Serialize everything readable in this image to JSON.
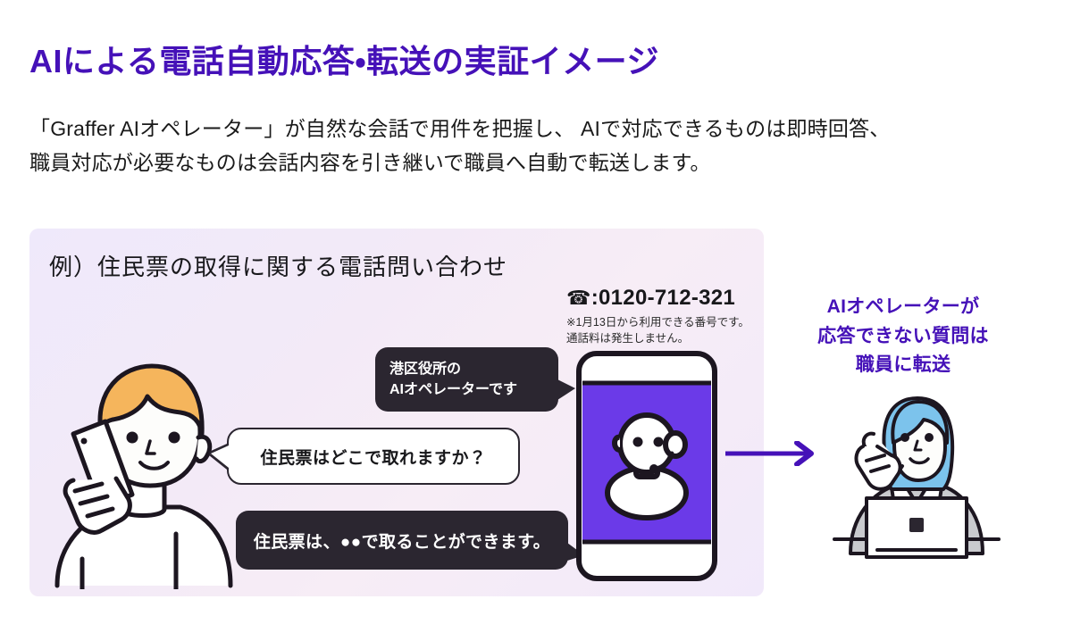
{
  "header": {
    "title": "AIによる電話自動応答・転送の実証イメージ",
    "title_color": "#4511b8",
    "lede_line1": "「Graffer AIオペレーター」が自然な会話で用件を把握し、 AIで対応できるものは即時回答、",
    "lede_line2": "職員対応が必要なものは会話内容を引き継いで職員へ自動で転送します。"
  },
  "panel": {
    "heading": "例）住民票の取得に関する電話問い合わせ",
    "background_start": "#efe9fb",
    "background_end": "#f7edf6"
  },
  "tel": {
    "icon": "telephone-icon",
    "icon_glyph": "☎",
    "number": ":0120-712-321",
    "note_line1": "※1月13日から利用できる番号です。",
    "note_line2": "通話料は発生しません。"
  },
  "bubbles": [
    {
      "id": "ai-intro",
      "style": "dark",
      "line1": "港区役所の",
      "line2": "AIオペレーターです",
      "tail": "right"
    },
    {
      "id": "question",
      "style": "light",
      "text": "住民票はどこで取れますか？",
      "tail": "left"
    },
    {
      "id": "answer",
      "style": "dark",
      "text": "住民票は、●●で取ることができます。",
      "tail": "right"
    }
  ],
  "annotation": {
    "line1": "AIオペレーターが",
    "line2": "応答できない質問は",
    "line3": "職員に転送",
    "color": "#4511b8"
  },
  "arrow": {
    "name": "transfer-arrow-icon",
    "color": "#4511b8",
    "direction": "right"
  },
  "illustrations": {
    "caller": {
      "name": "caller-person-illustration",
      "hair_color": "#f5b55c",
      "skin_color": "#fdfdfb",
      "outline_color": "#1c1620"
    },
    "phone_device": {
      "name": "smartphone-device",
      "screen_color": "#6b3ae8",
      "body_color": "#ffffff",
      "avatar": "ai-operator-headset-avatar"
    },
    "staff": {
      "name": "staff-person-illustration",
      "hair_color": "#7cc3ec",
      "suit_color": "#c9cace",
      "laptop_color": "#ffffff"
    }
  }
}
